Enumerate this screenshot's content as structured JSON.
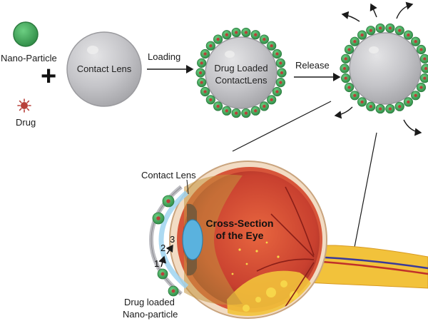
{
  "legend": {
    "nanoparticle_label": "Nano-Particle",
    "plus_sign": "+",
    "drug_label": "Drug"
  },
  "stages": {
    "contact_lens_label": "Contact Lens",
    "loading_label": "Loading",
    "drug_loaded_line1": "Drug Loaded",
    "drug_loaded_line2": "ContactLens",
    "release_label": "Release"
  },
  "eye": {
    "contact_lens_label": "Contact Lens",
    "title_line1": "Cross-Section",
    "title_line2": "of the Eye",
    "step1": "1",
    "step2": "2",
    "step3": "3",
    "nanoparticle_line1": "Drug loaded",
    "nanoparticle_line2": "Nano-particle"
  },
  "colors": {
    "lens_gray": "#c8c8cc",
    "nanoparticle_green": "#3fa45a",
    "drug_red": "#b8403a",
    "eye_red": "#c8402f",
    "sclera": "#f2dcc4",
    "cornea_blue": "#5ab2de",
    "optic_yellow": "#f2c23b"
  }
}
